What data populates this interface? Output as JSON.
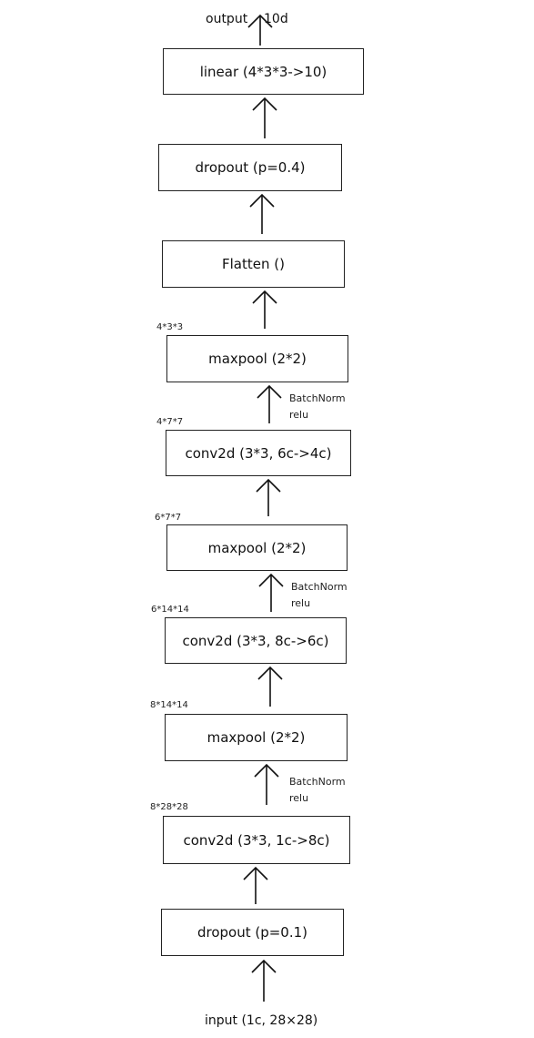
{
  "io": {
    "input_label": "input (1c, 28×28)",
    "output_label": "output",
    "output_dim": "10d"
  },
  "layers": [
    {
      "label": "dropout (p=0.1)"
    },
    {
      "label": "conv2d (3*3, 1c->8c)",
      "shape": "8*28*28",
      "note": [
        "BatchNorm",
        "relu"
      ]
    },
    {
      "label": "maxpool (2*2)",
      "shape": "8*14*14"
    },
    {
      "label": "conv2d (3*3, 8c->6c)",
      "shape": "6*14*14",
      "note": [
        "BatchNorm",
        "relu"
      ]
    },
    {
      "label": "maxpool (2*2)",
      "shape": "6*7*7"
    },
    {
      "label": "conv2d (3*3, 6c->4c)",
      "shape": "4*7*7",
      "note": [
        "BatchNorm",
        "relu"
      ]
    },
    {
      "label": "maxpool (2*2)",
      "shape": "4*3*3"
    },
    {
      "label": "Flatten ()"
    },
    {
      "label": "dropout (p=0.4)"
    },
    {
      "label": "linear (4*3*3->10)"
    }
  ]
}
